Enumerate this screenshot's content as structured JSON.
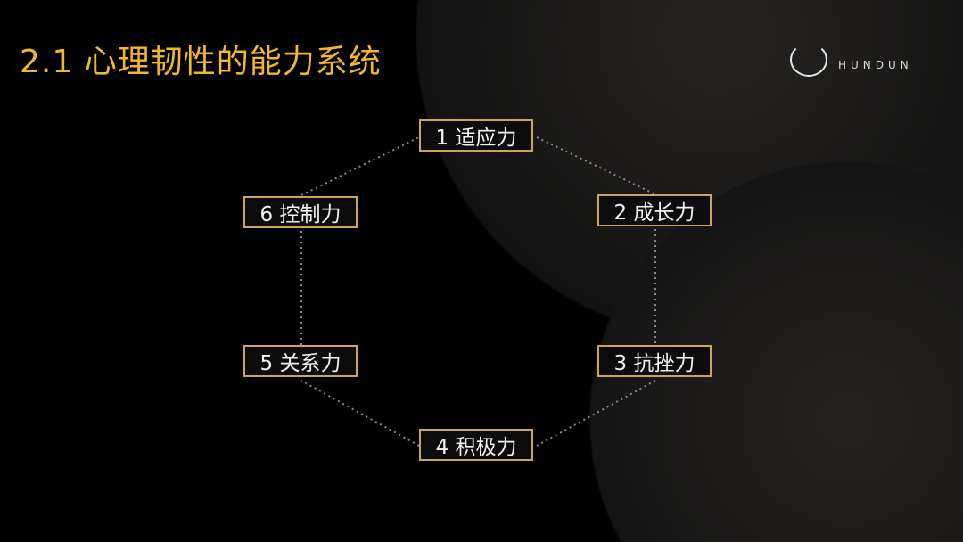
{
  "title": "2.1 心理韧性的能力系统",
  "logo": {
    "text": "HUNDUN"
  },
  "nodes": [
    {
      "label": "1  适应力"
    },
    {
      "label": "2  成长力"
    },
    {
      "label": "3  抗挫力"
    },
    {
      "label": "4  积极力"
    },
    {
      "label": "5  关系力"
    },
    {
      "label": "6  控制力"
    }
  ],
  "colors": {
    "title": "#f0b82c",
    "border": "#c9a65c"
  }
}
